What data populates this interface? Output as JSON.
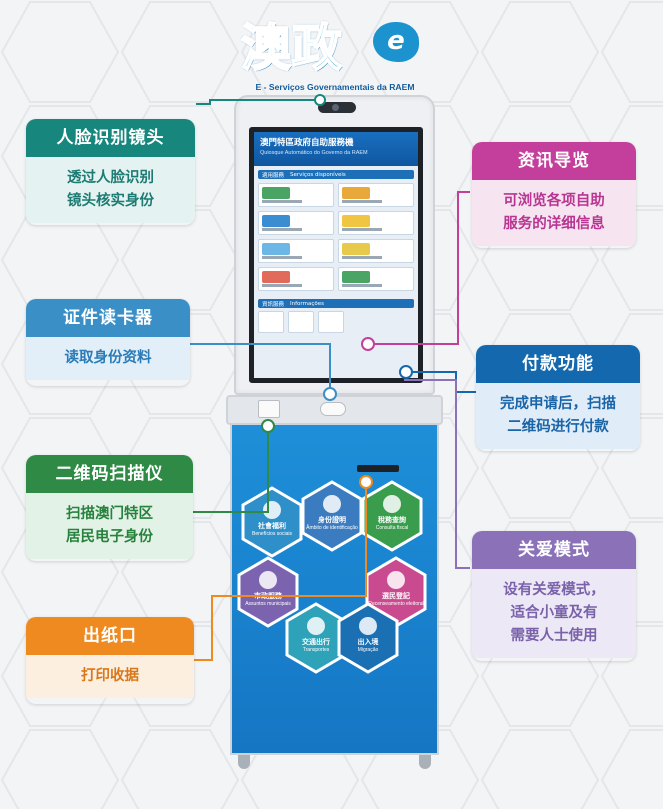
{
  "logo": {
    "main_text": "澳政",
    "badge_text": "e",
    "subtitle": "E - Serviços Governamentais da RAEM"
  },
  "screen": {
    "title": "澳門特區政府自助服務機",
    "subtitle": "Quiosque Automático do Governo da RAEM",
    "section_services": "適用服務",
    "section_services_pt": "Serviços disponíveis",
    "section_info": "資訊服務",
    "section_info_pt": "Informações"
  },
  "services": [
    {
      "label": "社會福利",
      "sub": "Benefícios sociais",
      "color": "#2f8fc9"
    },
    {
      "label": "身份證明",
      "sub": "Âmbito de identificação",
      "color": "#3b7cc0"
    },
    {
      "label": "稅務查詢",
      "sub": "Consulta fiscal",
      "color": "#3a9d4d"
    },
    {
      "label": "市政服務",
      "sub": "Assuntos municipais",
      "color": "#7b63b0"
    },
    {
      "label": "選民登記",
      "sub": "Recenseamento eleitoral",
      "color": "#c94a8f"
    },
    {
      "label": "交通出行",
      "sub": "Transportes",
      "color": "#2ea2b8"
    },
    {
      "label": "出入境",
      "sub": "Migração",
      "color": "#1b6fb3"
    }
  ],
  "callouts": {
    "face": {
      "title": "人脸识别镜头",
      "desc": [
        "透过人脸识别",
        "镜头核实身份"
      ]
    },
    "card_reader": {
      "title": "证件读卡器",
      "desc": [
        "读取身份资料"
      ]
    },
    "qr": {
      "title": "二维码扫描仪",
      "desc": [
        "扫描澳门特区",
        "居民电子身份"
      ]
    },
    "printer": {
      "title": "出纸口",
      "desc": [
        "打印收据"
      ]
    },
    "info": {
      "title": "资讯导览",
      "desc": [
        "可浏览各项自助",
        "服务的详细信息"
      ]
    },
    "payment": {
      "title": "付款功能",
      "desc": [
        "完成申请后，扫描",
        "二维码进行付款"
      ]
    },
    "care": {
      "title": "关爱模式",
      "desc": [
        "设有关爱模式，",
        "适合小童及有",
        "需要人士使用"
      ]
    }
  },
  "colors": {
    "teal": "#17877e",
    "blue": "#3a8fc7",
    "green": "#2e8a44",
    "orange": "#ee8a1f",
    "pink": "#c43f9c",
    "navy": "#1468ad",
    "purple": "#8a71b8"
  }
}
